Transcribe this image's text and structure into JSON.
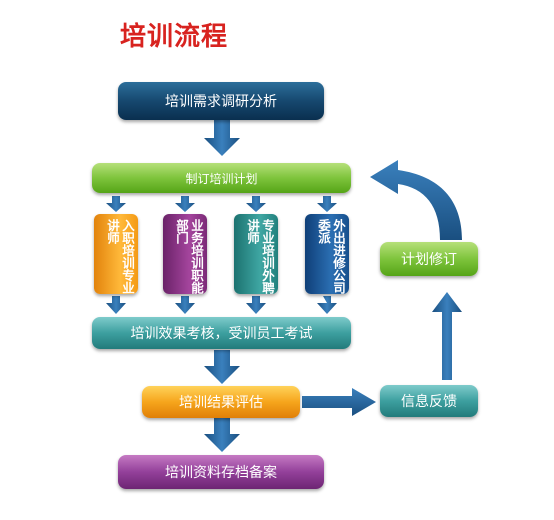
{
  "title": "培训流程",
  "steps": {
    "needs_analysis": "培训需求调研分析",
    "plan": "制订培训计划",
    "assessment": "培训效果考核，受训员工考试",
    "evaluation": "培训结果评估",
    "archive": "培训资料存档备案",
    "feedback": "信息反馈",
    "plan_revision": "计划修订"
  },
  "trainers": [
    {
      "text": "入职培训专业讲师",
      "color": "orange"
    },
    {
      "text": "业务培训职能部门",
      "color": "purple"
    },
    {
      "text": "专业培训外聘讲师",
      "color": "teal"
    },
    {
      "text": "外出进修公司委派",
      "color": "blue"
    }
  ],
  "colors": {
    "title": "#d8231f",
    "arrow": "#1f5a8e"
  }
}
